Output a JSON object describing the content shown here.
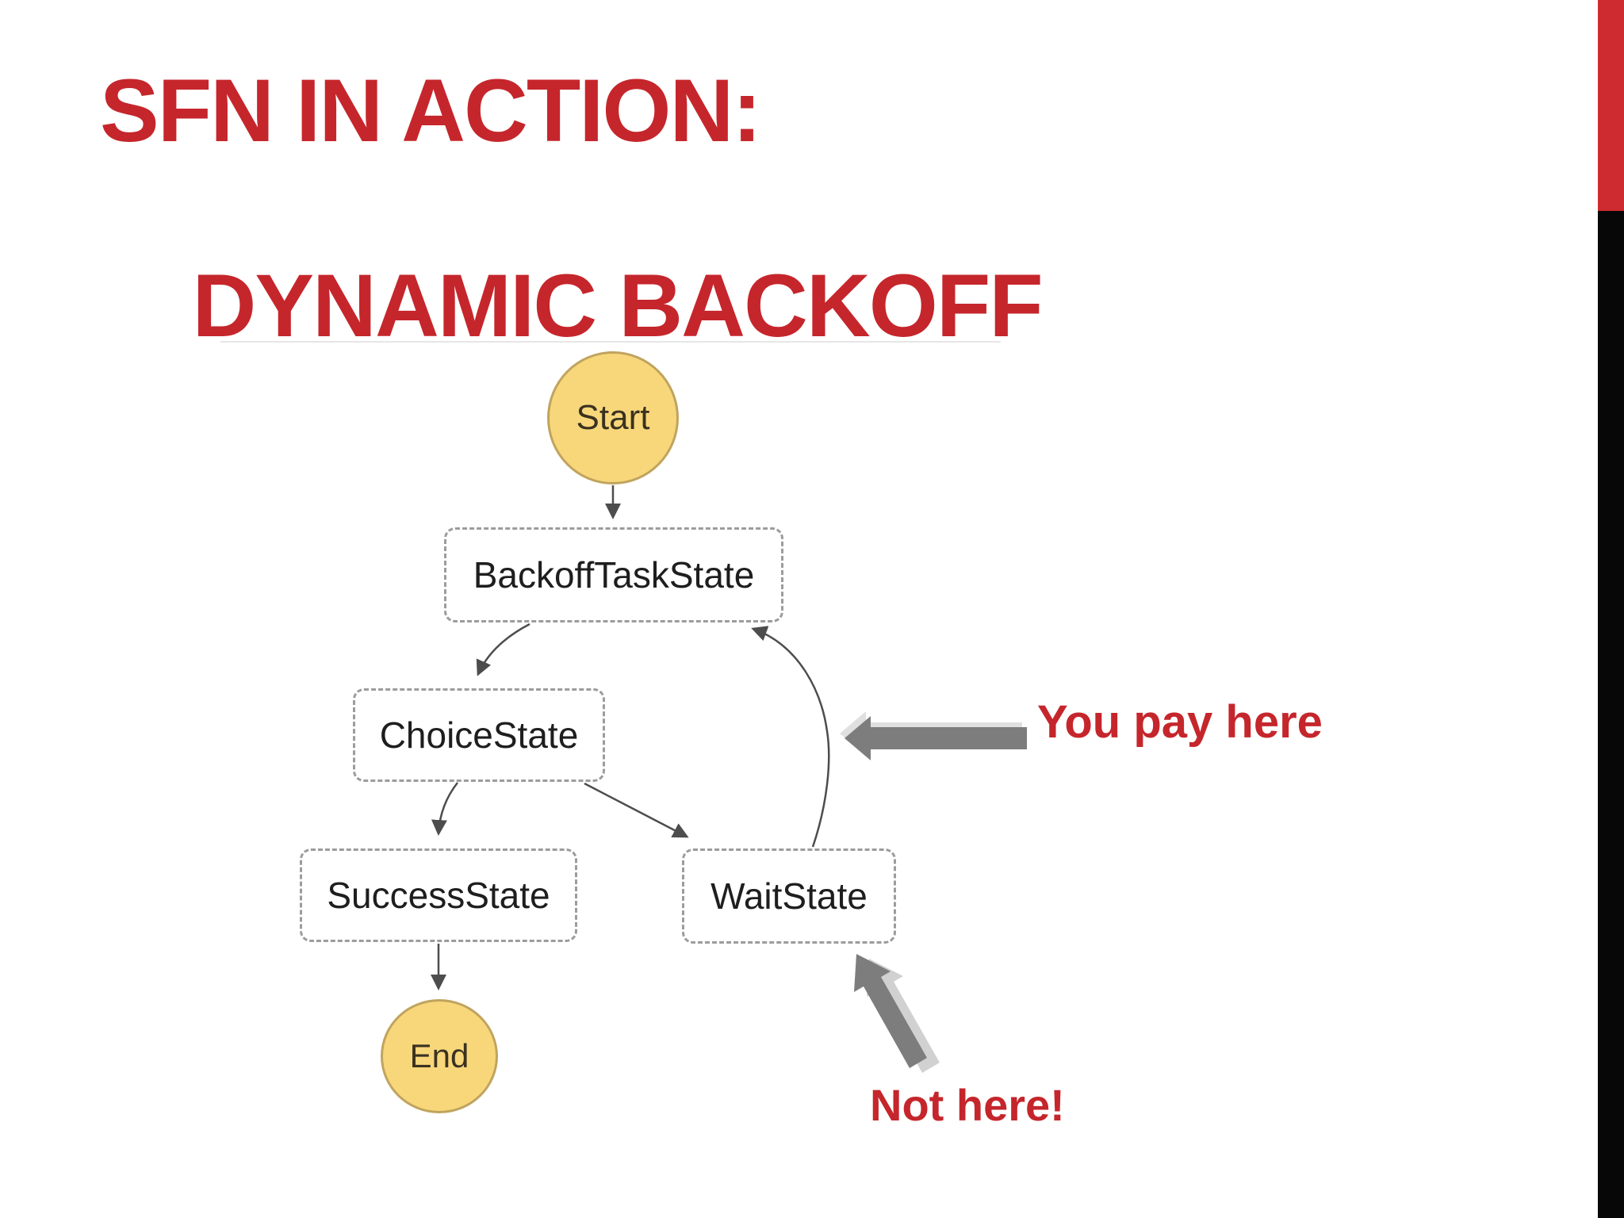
{
  "slide": {
    "title_line1": "SFN IN ACTION:",
    "title_line2": "DYNAMIC BACKOFF",
    "accent_red": "#c5262c",
    "edge_bar_red": "#ce2b30",
    "edge_bar_black": "#070707"
  },
  "diagram": {
    "type": "state-machine-flow",
    "node_fill_yellow": "#f8d77b",
    "node_border_tan": "#c0a45e",
    "box_border_gray": "#9c9c9c",
    "edge_color": "#4d4d4d",
    "nodes": {
      "start": {
        "label": "Start",
        "shape": "circle"
      },
      "backoff": {
        "label": "BackoffTaskState",
        "shape": "dashed-box"
      },
      "choice": {
        "label": "ChoiceState",
        "shape": "dashed-box"
      },
      "success": {
        "label": "SuccessState",
        "shape": "dashed-box"
      },
      "wait": {
        "label": "WaitState",
        "shape": "dashed-box"
      },
      "end": {
        "label": "End",
        "shape": "circle"
      }
    },
    "edges": [
      "Start -> BackoffTaskState",
      "BackoffTaskState -> ChoiceState",
      "ChoiceState -> SuccessState",
      "ChoiceState -> WaitState",
      "WaitState -> BackoffTaskState",
      "SuccessState -> End"
    ]
  },
  "annotations": {
    "you_pay_here": "You pay here",
    "not_here": "Not here!",
    "arrow_color": "#7d7d7d"
  }
}
